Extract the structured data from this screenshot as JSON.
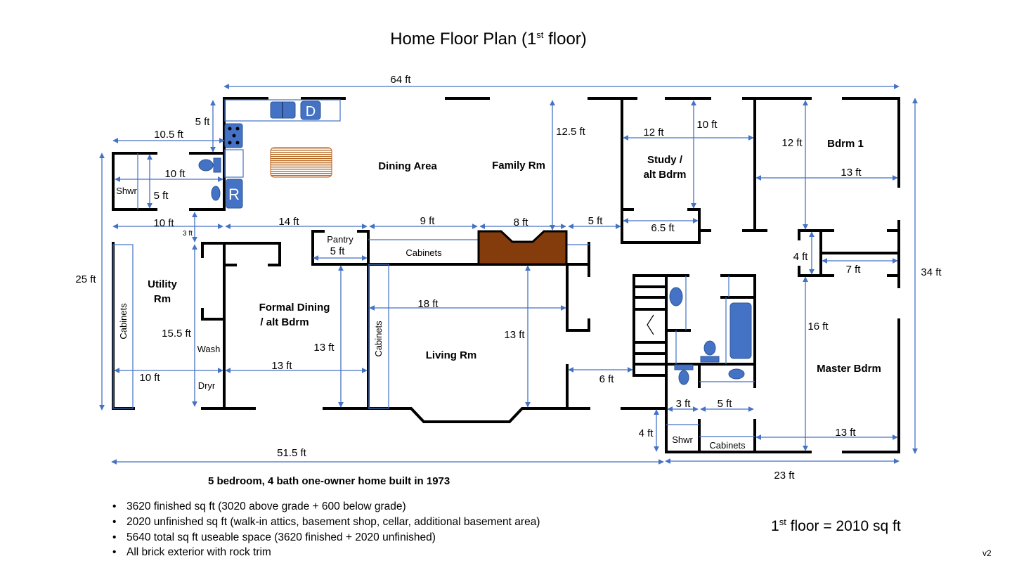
{
  "title": {
    "prefix": "Home Floor Plan (1",
    "sup": "st",
    "suffix": " floor)"
  },
  "rooms": {
    "dining_area": "Dining Area",
    "family_rm": "Family Rm",
    "study_line1": "Study /",
    "study_line2": "alt Bdrm",
    "bdrm1": "Bdrm 1",
    "utility_line1": "Utility",
    "utility_line2": "Rm",
    "formal_line1": "Formal Dining",
    "formal_line2": "/ alt Bdrm",
    "living_rm": "Living Rm",
    "master_bdrm": "Master Bdrm"
  },
  "fixtures": {
    "shwr_half_bath": "Shwr",
    "pantry": "Pantry",
    "cabinets_kitchen": "Cabinets",
    "cabinets_utility": "Cabinets",
    "cabinets_living": "Cabinets",
    "wash": "Wash",
    "dryr": "Dryr",
    "shwr_master": "Shwr",
    "cabinets_master": "Cabinets",
    "dishwasher_letter": "D",
    "refrigerator_letter": "R"
  },
  "dimensions": {
    "overall_width": "64 ft",
    "overall_depth": "34 ft",
    "left_depth": "25 ft",
    "bath_width_top": "10.5 ft",
    "kitchen_offset": "5 ft",
    "bath_width": "10 ft",
    "bath_depth": "5 ft",
    "utility_top_width": "10 ft",
    "hall_gap": "3 ft",
    "kitchen_width": "14 ft",
    "pantry_width": "5 ft",
    "cabinets_width": "9 ft",
    "fireplace_width": "8 ft",
    "hall_to_study": "5 ft",
    "family_depth": "12.5 ft",
    "study_width": "12 ft",
    "study_depth": "10 ft",
    "study_closet": "6.5 ft",
    "bdrm1_depth": "12 ft",
    "bdrm1_width": "13 ft",
    "closet_depth": "4 ft",
    "closet_width": "7 ft",
    "utility_depth": "15.5 ft",
    "utility_width": "10 ft",
    "formal_width": "13 ft",
    "formal_depth": "13 ft",
    "living_width": "18 ft",
    "living_depth": "13 ft",
    "hall_width": "6 ft",
    "master_depth": "16 ft",
    "master_shwr": "3 ft",
    "master_cab": "5 ft",
    "master_closet_depth": "4 ft",
    "master_width": "13 ft",
    "front_left_width": "51.5 ft",
    "front_right_width": "23 ft"
  },
  "summary": {
    "headline": "5 bedroom, 4 bath one-owner home built in 1973",
    "bullets": [
      "3620 finished sq ft (3020 above grade + 600 below grade)",
      "2020 unfinished sq ft (walk-in attics, basement shop, cellar, additional basement area)",
      "5640 total sq ft useable space (3620 finished + 2020 unfinished)",
      "All brick exterior with rock trim"
    ],
    "floor_area": {
      "prefix": "1",
      "sup": "st",
      "suffix": " floor = 2010 sq ft"
    },
    "version": "v2"
  },
  "colors": {
    "dimension_line": "#4472c4",
    "fixture": "#4472c4",
    "fireplace": "#843c0c",
    "table": "#c55a11",
    "wall": "#000000"
  }
}
